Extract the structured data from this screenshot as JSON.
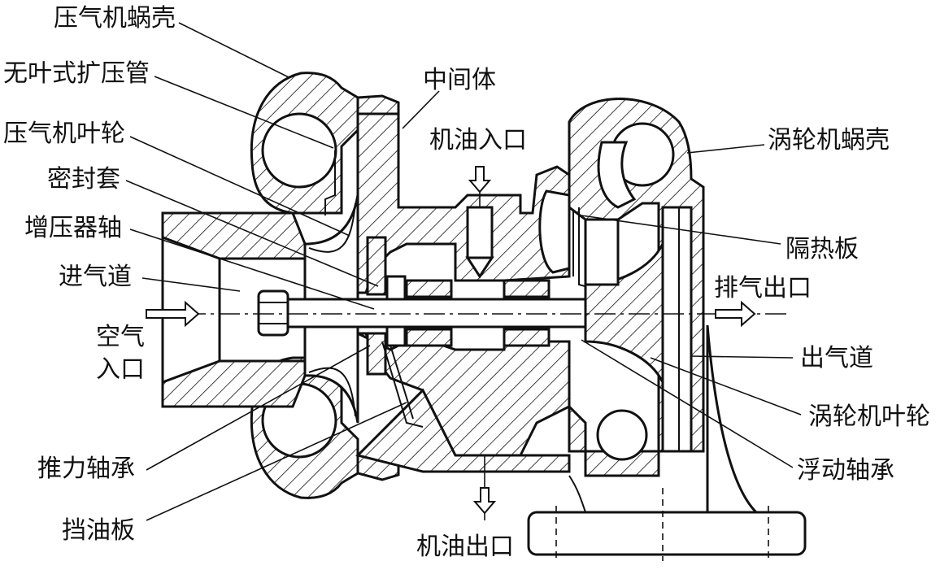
{
  "labels": {
    "compressor_housing": "压气机蜗壳",
    "vaneless_diffuser": "无叶式扩压管",
    "compressor_wheel": "压气机叶轮",
    "seal_sleeve": "密封套",
    "turbo_shaft": "增压器轴",
    "inlet_duct": "进气道",
    "air_inlet_line1": "空气",
    "air_inlet_line2": "入口",
    "thrust_bearing": "推力轴承",
    "oil_deflector": "挡油板",
    "center_housing": "中间体",
    "oil_inlet": "机油入口",
    "oil_outlet": "机油出口",
    "turbine_housing": "涡轮机蜗壳",
    "heat_shield": "隔热板",
    "exhaust_outlet": "排气出口",
    "outlet_duct": "出气道",
    "turbine_wheel": "涡轮机叶轮",
    "floating_bearing": "浮动轴承"
  }
}
